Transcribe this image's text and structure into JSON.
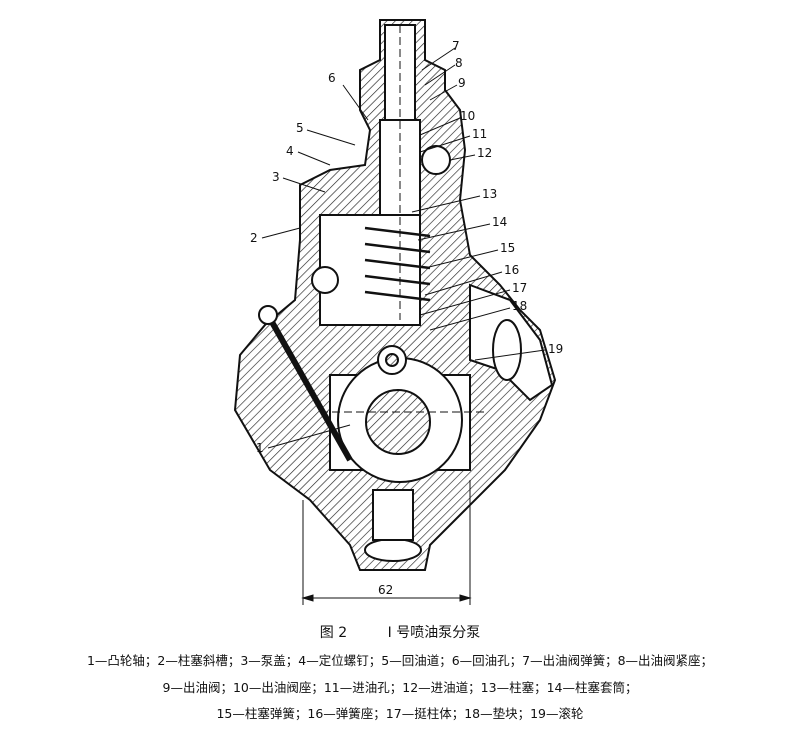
{
  "figure": {
    "number": "图 2",
    "title": "I 号喷油泵分泵",
    "dimension": "62",
    "callouts": [
      "1",
      "2",
      "3",
      "4",
      "5",
      "6",
      "7",
      "8",
      "9",
      "10",
      "11",
      "12",
      "13",
      "14",
      "15",
      "16",
      "17",
      "18",
      "19"
    ],
    "legend_lines": [
      "1—凸轮轴；2—柱塞斜槽；3—泵盖；4—定位螺钉；5—回油道；6—回油孔；7—出油阀弹簧；8—出油阀紧座；",
      "9—出油阀；10—出油阀座；11—进油孔；12—进油道；13—柱塞；14—柱塞套筒；",
      "15—柱塞弹簧；16—弹簧座；17—挺柱体；18—垫块；19—滚轮"
    ]
  }
}
